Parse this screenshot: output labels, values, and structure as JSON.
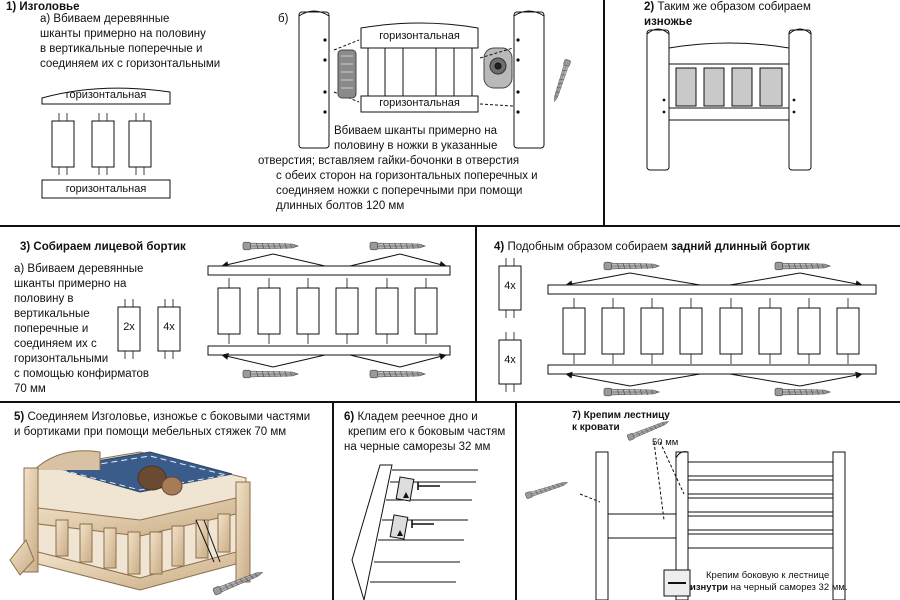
{
  "step1": {
    "title": "1) Изголовье",
    "sub_a": "а) Вбиваем деревянные",
    "sub_lines": [
      "шканты примерно на половину",
      "в вертикальные поперечные и",
      "соединяем их с горизонтальными"
    ],
    "top_label": "горизонтальная",
    "bottom_label": "горизонтальная"
  },
  "step1b": {
    "marker": "б)",
    "top_label": "горизонтальная",
    "bottom_label": "горизонтальная",
    "line1": "Вбиваем шканты примерно на",
    "line2": "половину в ножки в указанные",
    "line3": "отверстия; вставляем гайки-бочонки в отверстия",
    "line4": "с обеих сторон на горизонтальных поперечных и",
    "line5": "соединяем ножки с поперечными при помощи",
    "line6": "длинных болтов 120 мм"
  },
  "step2": {
    "title_num": "2)",
    "title_text": "Таким же образом собираем",
    "title_bold": "изножье"
  },
  "step3": {
    "title": "3) Собираем лицевой бортик",
    "lines": [
      "а) Вбиваем деревянные",
      "шканты примерно  на",
      "половину в",
      "вертикальные",
      "поперечные и",
      "соединяем их с",
      " горизонтальными",
      "с помощью конфирматов",
      "70 мм"
    ],
    "label_2x": "2х",
    "label_4x": "4х"
  },
  "step4": {
    "title_num": "4)",
    "title_text": "Подобным образом собираем",
    "title_bold": "задний длинный бортик",
    "label_top": "4х",
    "label_bottom": "4х"
  },
  "step5": {
    "num": "5)",
    "line1": "Соединяем Изголовье, изножье с боковыми частями",
    "line2": "и бортиками при помощи мебельных стяжек 70 мм"
  },
  "step6": {
    "num": "6)",
    "line1": "Кладем реечное дно и",
    "line2": "крепим его к боковым частям",
    "line3": "на черные саморезы 32 мм"
  },
  "step7": {
    "title_line1": "7) Крепим лестницу",
    "title_line2": "к кровати",
    "size_label": "50 мм",
    "note1": "Крепим боковую   к лестнице",
    "note2_bold": "изнутри",
    "note2_rest": "на черный саморез 32 мм."
  },
  "colors": {
    "line": "#111111",
    "panel_fill": "#c9c9c9",
    "wood": "#d9c2a3"
  },
  "icons": [
    "screw-icon",
    "barrel-nut-icon",
    "dowel-icon",
    "arrow-icon"
  ]
}
